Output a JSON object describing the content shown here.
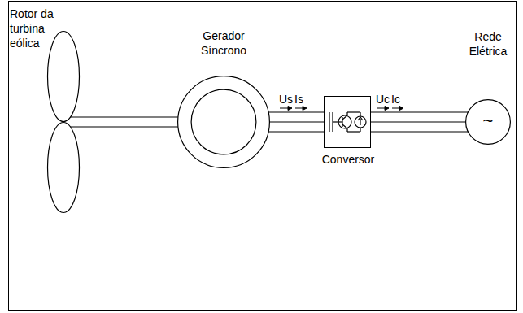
{
  "diagram": {
    "nodes": [
      {
        "text": [
          "Rotor da turbina eólica"
        ]
      },
      {
        "text": [
          "Gerador Síncrono"
        ]
      },
      {
        "text": [
          "Conversor"
        ]
      },
      {
        "text": [
          "Rede Elétrica",
          "~"
        ]
      }
    ],
    "edges": [
      {
        "from": 0,
        "to": 1,
        "arrow": "none"
      },
      {
        "from": 1,
        "to": 2,
        "arrow": "none"
      },
      {
        "from": 2,
        "to": 3,
        "arrow": "none"
      }
    ],
    "labels": [
      "Us",
      "Is",
      "Uc",
      "Ic"
    ]
  }
}
